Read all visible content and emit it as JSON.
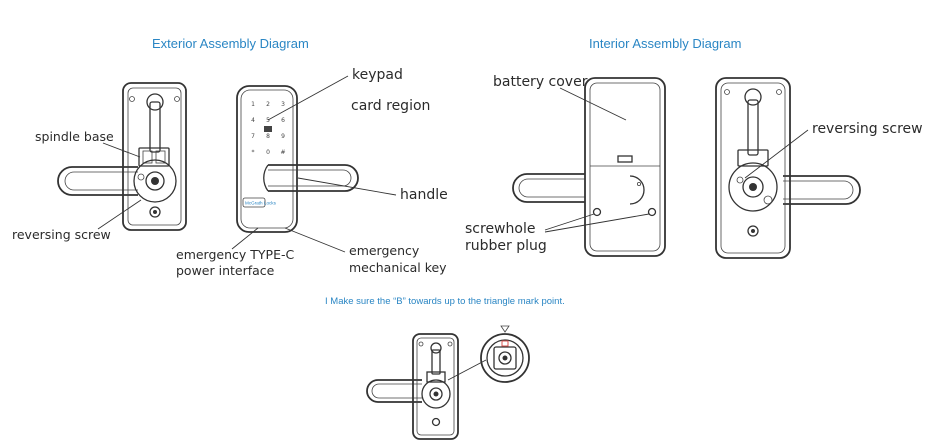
{
  "headings": {
    "exterior": "Exterior Assembly Diagram",
    "interior": "Interior Assembly Diagram"
  },
  "note": "I Make sure the “B” towards up to the triangle mark point.",
  "exterior_labels": {
    "keypad": "keypad",
    "card_region": "card region",
    "spindle_base": "spindle base",
    "handle": "handle",
    "reversing_screw": "reversing screw",
    "type_c_line1": "emergency TYPE-C",
    "type_c_line2": "power interface",
    "mech_key_line1": "emergency",
    "mech_key_line2": "mechanical key"
  },
  "interior_labels": {
    "battery_cover": "battery cover",
    "reversing_screw": "reversing screw",
    "screwhole_line1": "screwhole",
    "screwhole_line2": "rubber plug"
  },
  "keypad_keys": [
    "1",
    "2",
    "3",
    "4",
    "5",
    "6",
    "7",
    "8",
    "9",
    "*",
    "0",
    "#"
  ],
  "brand_text": "McGrath Locks",
  "colors": {
    "heading": "#2a86c4",
    "line": "#333333"
  }
}
